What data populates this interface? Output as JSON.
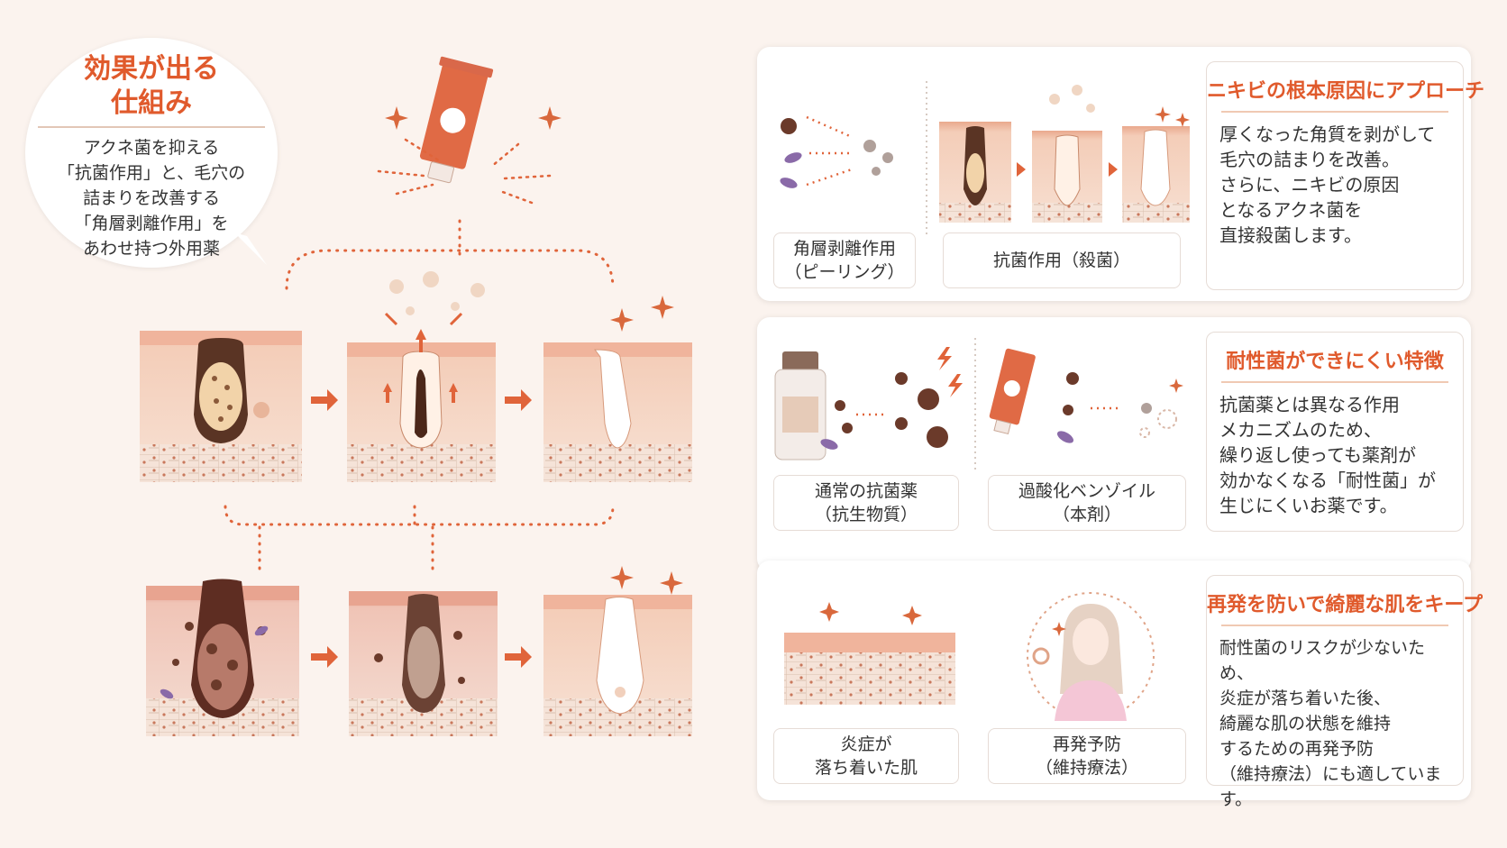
{
  "callout": {
    "title_line1": "効果が出る",
    "title_line2": "仕組み",
    "body": [
      "アクネ菌を抑える",
      "「抗菌作用」と、毛穴の",
      "詰まりを改善する",
      "「角層剥離作用」を",
      "あわせ持つ外用薬"
    ]
  },
  "panels": [
    {
      "labels": [
        [
          "角層剥離作用",
          "（ピーリング）"
        ],
        [
          "抗菌作用（殺菌）"
        ]
      ],
      "title": "ニキビの根本原因にアプローチ",
      "body": [
        "厚くなった角質を剥がして",
        "毛穴の詰まりを改善。",
        "さらに、ニキビの原因",
        "となるアクネ菌を",
        "直接殺菌します。"
      ]
    },
    {
      "labels": [
        [
          "通常の抗菌薬",
          "（抗生物質）"
        ],
        [
          "過酸化ベンゾイル",
          "（本剤）"
        ]
      ],
      "title": "耐性菌ができにくい特徴",
      "body": [
        "抗菌薬とは異なる作用",
        "メカニズムのため、",
        "繰り返し使っても薬剤が",
        "効かなくなる「耐性菌」が",
        "生じにくいお薬です。"
      ]
    },
    {
      "labels": [
        [
          "炎症が",
          "落ち着いた肌"
        ],
        [
          "再発予防",
          "（維持療法）"
        ]
      ],
      "title": "再発を防いで綺麗な肌をキープ",
      "body": [
        "耐性菌のリスクが少ないため、",
        "炎症が落ち着いた後、",
        "綺麗な肌の状態を維持",
        "するための再発予防",
        "（維持療法）にも適しています。"
      ]
    }
  ],
  "colors": {
    "accent": "#e05a2c",
    "skin": "#f2d2bd",
    "bg": "#fbf3ee"
  }
}
